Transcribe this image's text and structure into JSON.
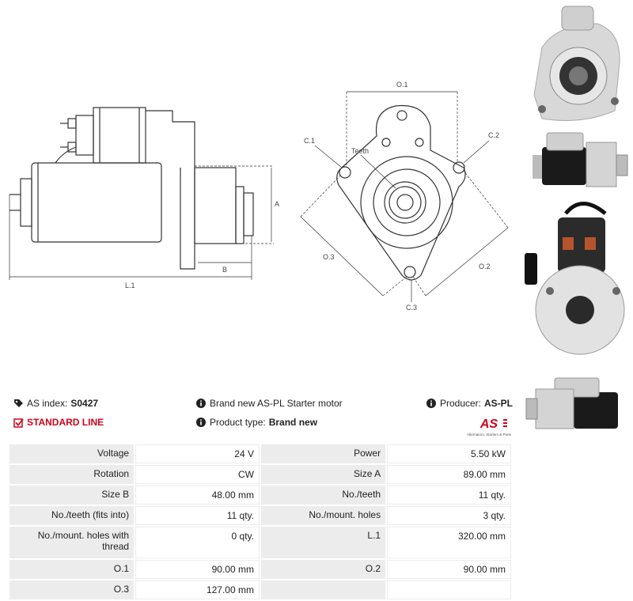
{
  "diagram": {
    "labels": {
      "a": "A",
      "b": "B",
      "l1": "L.1",
      "o1": "O.1",
      "o2": "O.2",
      "o3": "O.3",
      "c1": "C.1",
      "c2": "C.2",
      "c3": "C.3",
      "teeth": "Teeth"
    }
  },
  "info": {
    "as_index_label": "AS index:",
    "as_index_value": "S0427",
    "standard_line": "STANDARD LINE",
    "description": "Brand new AS-PL Starter motor",
    "product_type_label": "Product type:",
    "product_type_value": "Brand new",
    "producer_label": "Producer:",
    "producer_value": "AS-PL",
    "logo_tagline": "Alternators, Starters & Parts",
    "accent_color": "#d0021b"
  },
  "specs": [
    {
      "l1": "Voltage",
      "v1": "24 V",
      "l2": "Power",
      "v2": "5.50 kW"
    },
    {
      "l1": "Rotation",
      "v1": "CW",
      "l2": "Size A",
      "v2": "89.00 mm"
    },
    {
      "l1": "Size B",
      "v1": "48.00 mm",
      "l2": "No./teeth",
      "v2": "11 qty."
    },
    {
      "l1": "No./teeth (fits into)",
      "v1": "11 qty.",
      "l2": "No./mount. holes",
      "v2": "3 qty."
    },
    {
      "l1": "No./mount. holes with thread",
      "v1": "0 qty.",
      "l2": "L.1",
      "v2": "320.00 mm"
    },
    {
      "l1": "O.1",
      "v1": "90.00 mm",
      "l2": "O.2",
      "v2": "90.00 mm"
    },
    {
      "l1": "O.3",
      "v1": "127.00 mm",
      "l2": "",
      "v2": ""
    }
  ]
}
